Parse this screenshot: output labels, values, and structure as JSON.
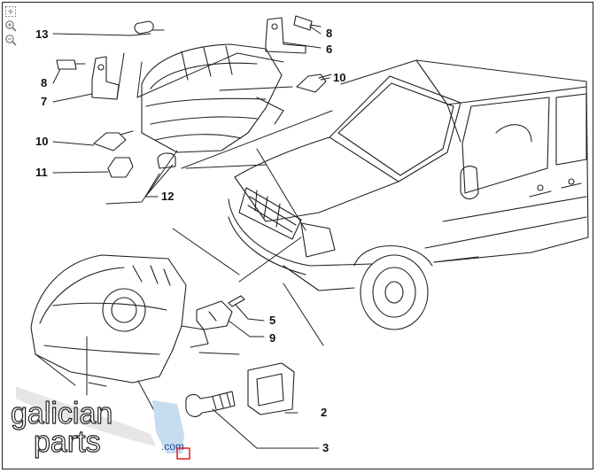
{
  "toolbar": {
    "tools": [
      {
        "icon": "fit-page-icon",
        "symbol": "⛶"
      },
      {
        "icon": "zoom-in-icon",
        "symbol": "+"
      },
      {
        "icon": "zoom-out-icon",
        "symbol": "−"
      }
    ]
  },
  "callouts": {
    "c2": "2",
    "c3": "3",
    "c5": "5",
    "c6": "6",
    "c7": "7",
    "c8a": "8",
    "c8b": "8",
    "c9": "9",
    "c10a": "10",
    "c10b": "10",
    "c11": "11",
    "c12": "12",
    "c13": "13"
  },
  "watermark": {
    "line1": "galician",
    "line2": "parts",
    "domain": ".com"
  },
  "colors": {
    "line": "#222222",
    "watermark_blue": "#1a4f9a",
    "watermark_shape": "#c8dcf0",
    "marker_red": "#e02020"
  }
}
